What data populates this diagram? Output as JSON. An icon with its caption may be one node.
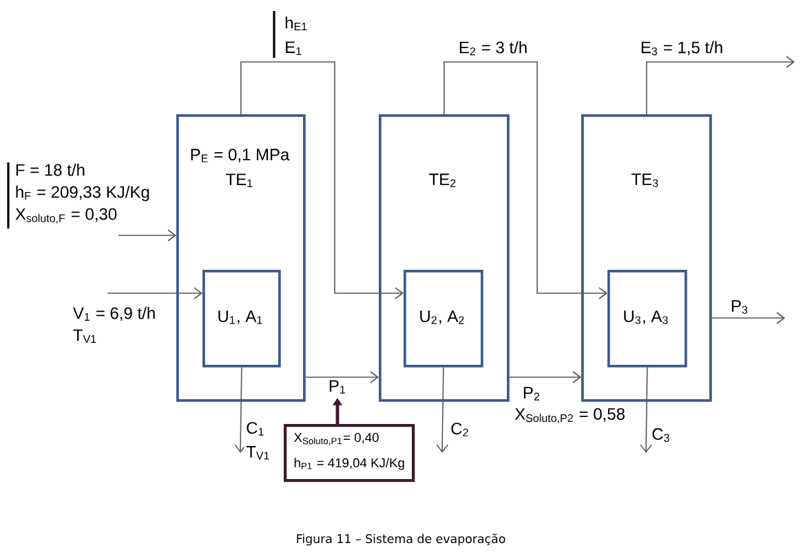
{
  "diagram": {
    "caption": "Figura 11 – Sistema de evaporação",
    "nodes": [
      {
        "text": [
          "P$_{E}$ = 0,1 MPa",
          "TE$_{1}$"
        ]
      },
      {
        "text": [
          "U$_{1}$, A$_{1}$"
        ],
        "in": 0
      },
      {
        "text": [
          "TE$_{2}$"
        ]
      },
      {
        "text": [
          "U$_{2}$, A$_{2}$"
        ],
        "in": 2
      },
      {
        "text": [
          "TE$_{3}$"
        ]
      },
      {
        "text": [
          "U$_{3}$, A$_{3}$"
        ],
        "in": 4
      },
      {
        "text": [
          "X$_{Soluto,P1}$= 0,40",
          "h$_{P1}$ = 419,04 KJ/Kg"
        ]
      },
      {
        "text": [
          "F = 18 t/h",
          "h$_{F}$ = 209,33 KJ/Kg",
          "X$_{soluto,F}$ = 0,30"
        ]
      },
      {
        "text": [
          "V$_{1}$ = 6,9 t/h",
          "T$_{V1}$"
        ]
      }
    ],
    "edges": [
      {
        "from": 7,
        "to": 0,
        "arrow": "to"
      },
      {
        "from": 8,
        "to": 1,
        "arrow": "to"
      },
      {
        "from": 0,
        "to": 3,
        "arrow": "to"
      },
      {
        "from": 2,
        "to": 5,
        "arrow": "to",
        "label": "E$_{2}$ = 3 t/h"
      },
      {
        "from": 4,
        "to": null,
        "arrow": "to",
        "label": "E$_{3}$ = 1,5 t/h"
      },
      {
        "from": 0,
        "to": 2,
        "arrow": "to",
        "label": "P$_{1}$"
      },
      {
        "from": 2,
        "to": 4,
        "arrow": "to",
        "label": "P$_{2}$"
      },
      {
        "from": 4,
        "to": null,
        "arrow": "to",
        "label": "P$_{3}$"
      },
      {
        "from": 1,
        "to": null,
        "arrow": "to",
        "label": "C$_{1}$ T$_{V1}$"
      },
      {
        "from": 3,
        "to": null,
        "arrow": "to",
        "label": "C$_{2}$"
      },
      {
        "from": 5,
        "to": null,
        "arrow": "to",
        "label": "C$_{3}$"
      },
      {
        "from": 6,
        "to": null,
        "arrow": "to",
        "style": "thick",
        "color": "#3b1a2e"
      }
    ],
    "labels": [
      "h$_{E1}$",
      "E$_{1}$",
      "X$_{Soluto,P2}$ = 0,58"
    ]
  }
}
